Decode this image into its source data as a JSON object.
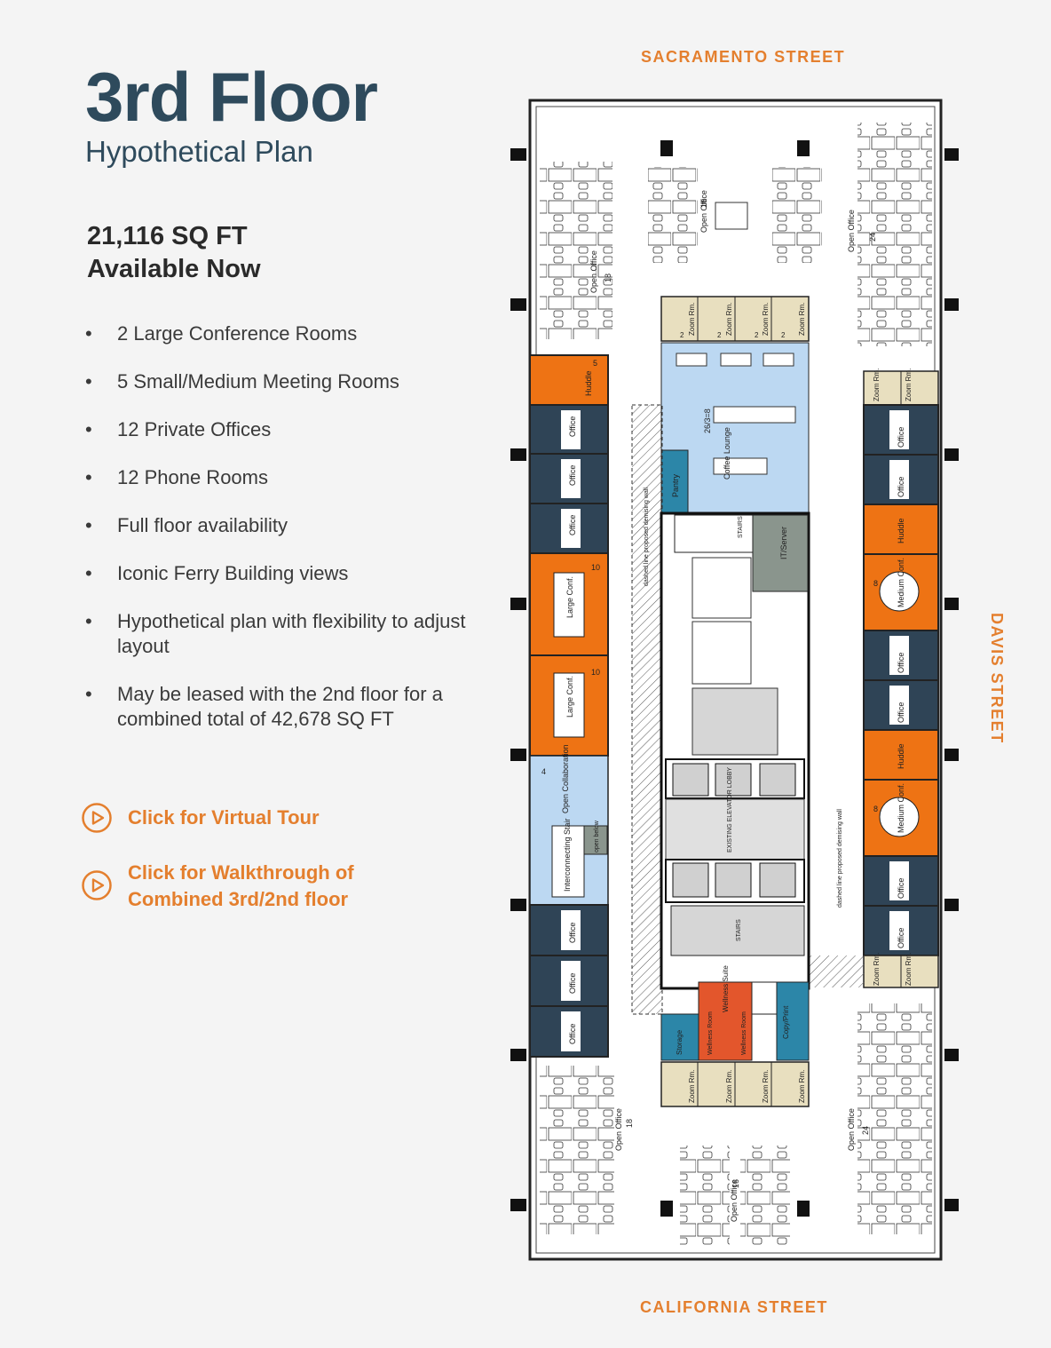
{
  "header": {
    "title": "3rd Floor",
    "subtitle": "Hypothetical Plan"
  },
  "availability": {
    "line1": "21,116 SQ FT",
    "line2": "Available Now"
  },
  "features": [
    "2 Large Conference Rooms",
    "5 Small/Medium Meeting Rooms",
    "12 Private Offices",
    "12 Phone Rooms",
    "Full floor availability",
    "Iconic Ferry Building views",
    "Hypothetical plan with flexibility to adjust layout",
    "May be leased with the 2nd floor for a combined total of 42,678 SQ FT"
  ],
  "bullet": "•",
  "links": {
    "virtual_tour": "Click for Virtual Tour",
    "walkthrough": "Click for Walkthrough of Combined 3rd/2nd floor"
  },
  "streets": {
    "north": "SACRAMENTO STREET",
    "south": "CALIFORNIA STREET",
    "east": "DAVIS STREET"
  },
  "colors": {
    "accent": "#e47f2e",
    "title": "#2e4a5c",
    "office": "#2f4456",
    "conference": "#ee7314",
    "collaboration": "#bcd8f2",
    "zoom_room": "#e8dfbf",
    "wellness": "#e3562c",
    "utility_blue": "#2c86a8",
    "it_server": "#8a958d"
  },
  "floor_plan": {
    "open_office": [
      "Open Office",
      "18",
      "16",
      "24"
    ],
    "office": "Office",
    "huddle": "Huddle",
    "huddle_capacity": "5",
    "large_conf": "Large Conf.",
    "large_conf_capacity": "10",
    "medium_conf": "Medium Conf.",
    "medium_conf_capacity": "8",
    "open_collab": "Open Collaboration",
    "open_collab_capacity": "4",
    "zoom_room": "Zoom Rm.",
    "zoom_capacity": "2",
    "coffee_lounge": "Coffee Lounge",
    "coffee_capacity": "26/3=8",
    "pantry": "Pantry",
    "stairs": "STAIRS",
    "it_server": "IT/Server",
    "elevator_lobby": "EXISTING ELEVATOR LOBBY",
    "storage": "Storage",
    "wellness_suite": "Wellness Suite",
    "wellness_room": "Wellness Room",
    "copy_print": "Copy/Print",
    "interconnecting_stair": "Interconnecting Stair",
    "open_below": "open below",
    "demising_note": "dashed line proposed demising wall"
  }
}
